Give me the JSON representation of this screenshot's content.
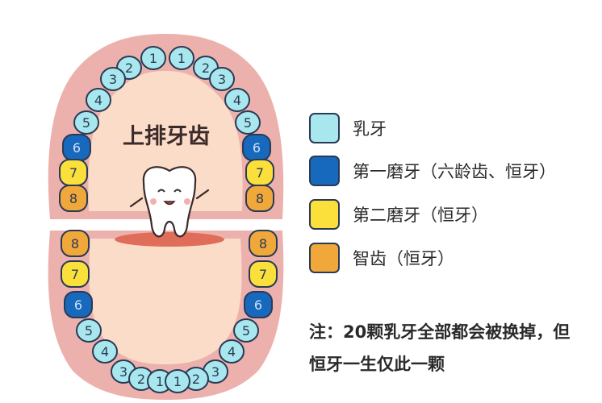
{
  "upper_label": "上排牙齿",
  "colors": {
    "baby": "#a9e7ef",
    "first_molar": "#1769bd",
    "second_molar": "#fbe03c",
    "wisdom": "#f0a83a",
    "gum_outer": "#ecb1ad",
    "gum_inner": "#fbdcc8",
    "outline": "#2a3a55"
  },
  "legend": [
    {
      "label": "乳牙",
      "color": "#a9e7ef"
    },
    {
      "label": "第一磨牙（六龄齿、恒牙）",
      "color": "#1769bd"
    },
    {
      "label": "第二磨牙（恒牙）",
      "color": "#fbe03c"
    },
    {
      "label": "智齿（恒牙）",
      "color": "#f0a83a"
    }
  ],
  "note": "注：20颗乳牙全部都会被换掉，但恒牙一生仅此一颗",
  "upper_teeth": [
    {
      "n": "1",
      "type": "baby"
    },
    {
      "n": "1",
      "type": "baby"
    },
    {
      "n": "2",
      "type": "baby"
    },
    {
      "n": "2",
      "type": "baby"
    },
    {
      "n": "3",
      "type": "baby"
    },
    {
      "n": "3",
      "type": "baby"
    },
    {
      "n": "4",
      "type": "baby"
    },
    {
      "n": "4",
      "type": "baby"
    },
    {
      "n": "5",
      "type": "baby"
    },
    {
      "n": "5",
      "type": "baby"
    },
    {
      "n": "6",
      "type": "first_molar"
    },
    {
      "n": "6",
      "type": "first_molar"
    },
    {
      "n": "7",
      "type": "second_molar"
    },
    {
      "n": "7",
      "type": "second_molar"
    },
    {
      "n": "8",
      "type": "wisdom"
    },
    {
      "n": "8",
      "type": "wisdom"
    }
  ],
  "lower_teeth": [
    {
      "n": "8",
      "type": "wisdom"
    },
    {
      "n": "8",
      "type": "wisdom"
    },
    {
      "n": "7",
      "type": "second_molar"
    },
    {
      "n": "7",
      "type": "second_molar"
    },
    {
      "n": "6",
      "type": "first_molar"
    },
    {
      "n": "6",
      "type": "first_molar"
    },
    {
      "n": "5",
      "type": "baby"
    },
    {
      "n": "5",
      "type": "baby"
    },
    {
      "n": "4",
      "type": "baby"
    },
    {
      "n": "4",
      "type": "baby"
    },
    {
      "n": "3",
      "type": "baby"
    },
    {
      "n": "3",
      "type": "baby"
    },
    {
      "n": "2",
      "type": "baby"
    },
    {
      "n": "2",
      "type": "baby"
    },
    {
      "n": "1",
      "type": "baby"
    },
    {
      "n": "1",
      "type": "baby"
    }
  ]
}
